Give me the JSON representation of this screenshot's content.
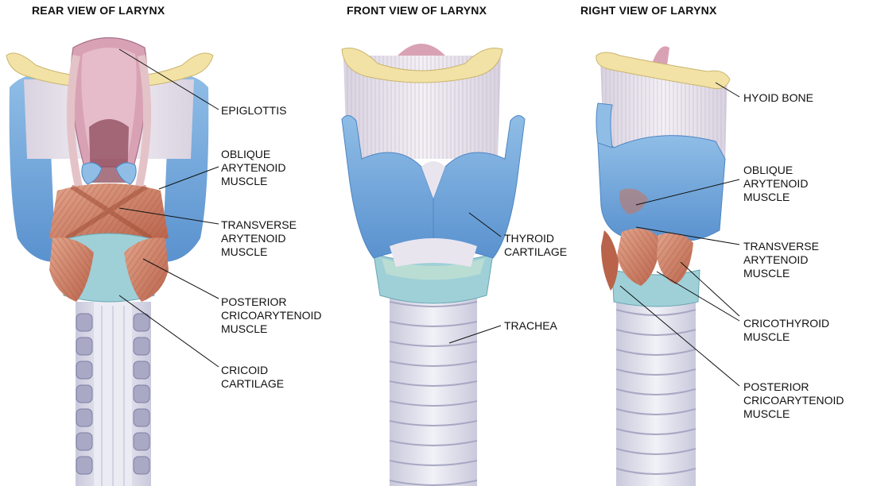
{
  "views": [
    {
      "title": "REAR VIEW OF LARYNX",
      "labels": [
        {
          "lines": [
            "EPIGLOTTIS"
          ]
        },
        {
          "lines": [
            "OBLIQUE",
            "ARYTENOID",
            "MUSCLE"
          ]
        },
        {
          "lines": [
            "TRANSVERSE",
            "ARYTENOID",
            "MUSCLE"
          ]
        },
        {
          "lines": [
            "POSTERIOR",
            "CRICOARYTENOID",
            "MUSCLE"
          ]
        },
        {
          "lines": [
            "CRICOID",
            "CARTILAGE"
          ]
        }
      ]
    },
    {
      "title": "FRONT VIEW OF LARYNX",
      "labels": [
        {
          "lines": [
            "THYROID",
            "CARTILAGE"
          ]
        },
        {
          "lines": [
            "TRACHEA"
          ]
        }
      ]
    },
    {
      "title": "RIGHT VIEW OF LARYNX",
      "labels": [
        {
          "lines": [
            "HYOID BONE"
          ]
        },
        {
          "lines": [
            "OBLIQUE",
            "ARYTENOID",
            "MUSCLE"
          ]
        },
        {
          "lines": [
            "TRANSVERSE",
            "ARYTENOID",
            "MUSCLE"
          ]
        },
        {
          "lines": [
            "CRICOTHYROID",
            "MUSCLE"
          ]
        },
        {
          "lines": [
            "POSTERIOR",
            "CRICOARYTENOID",
            "MUSCLE"
          ]
        }
      ]
    }
  ],
  "colors": {
    "cartilage_blue": "#7fb0dc",
    "cartilage_dark": "#4f86c4",
    "cricoid_teal": "#9fd0d8",
    "muscle": "#c9735a",
    "muscle_light": "#e0a08a",
    "hyoid": "#f3e2a6",
    "membrane": "#ece6ee",
    "epiglottis": "#d9a2b4",
    "trachea": "#dcdcea",
    "trachea_ring": "#c4c4da"
  }
}
